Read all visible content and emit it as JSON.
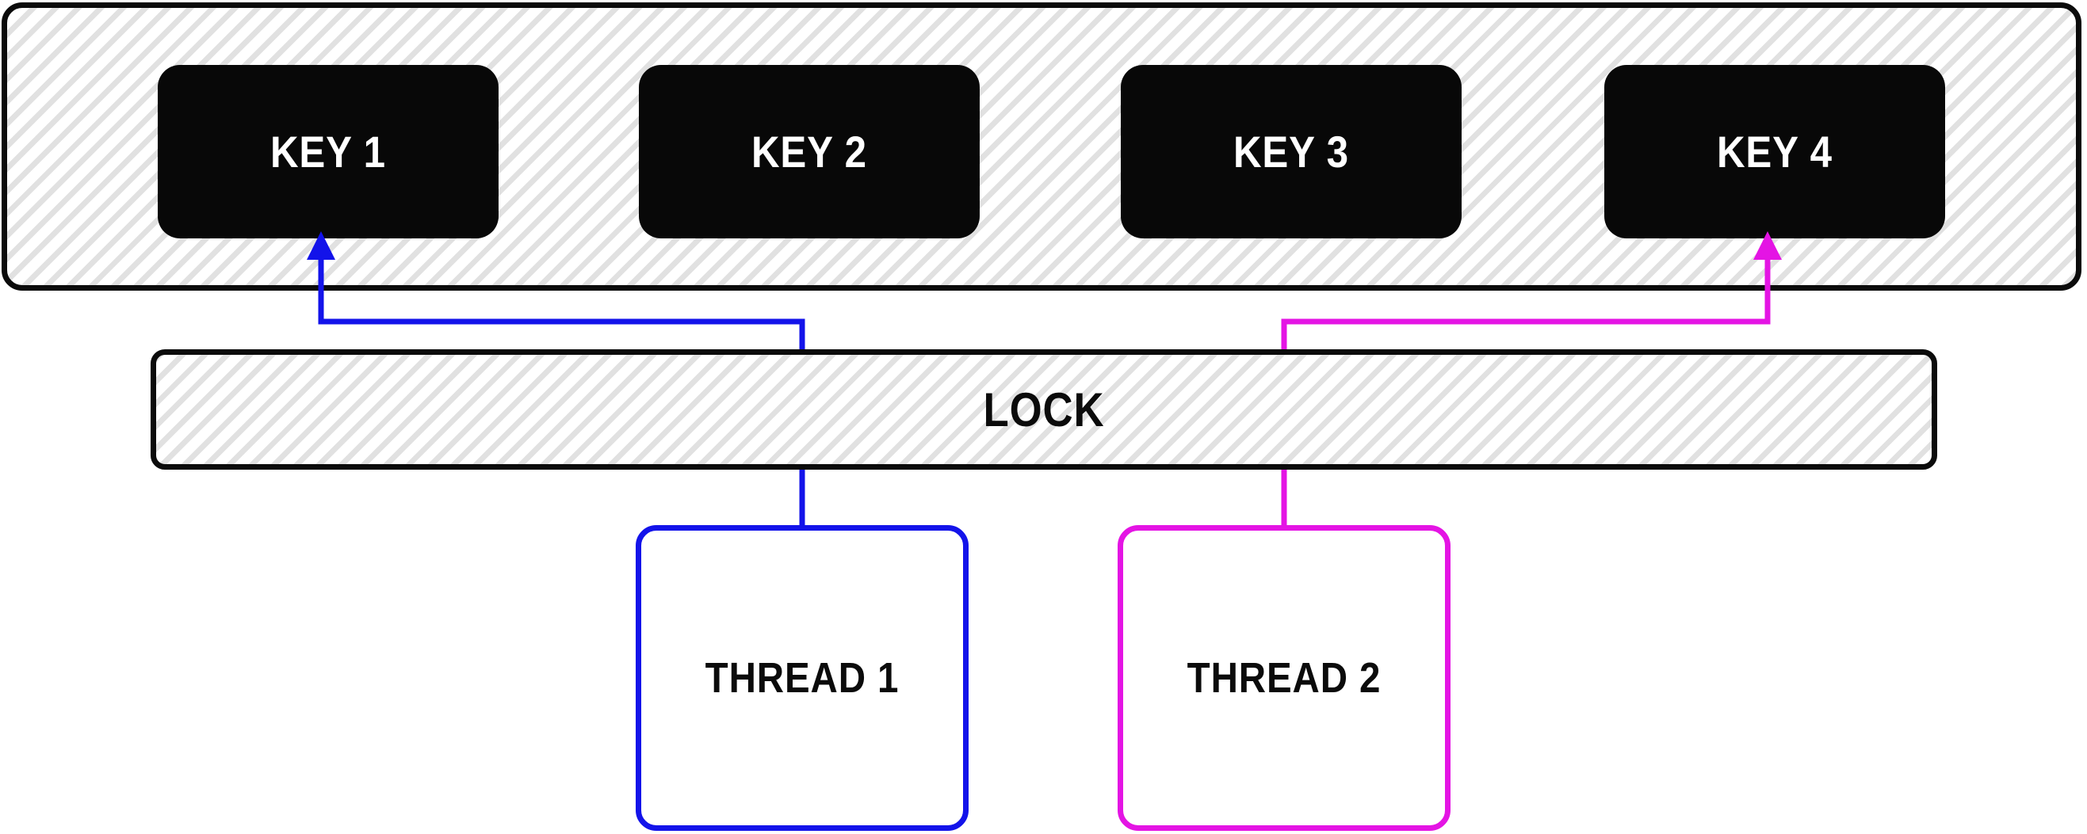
{
  "diagram": {
    "keys": [
      {
        "label": "KEY 1"
      },
      {
        "label": "KEY 2"
      },
      {
        "label": "KEY 3"
      },
      {
        "label": "KEY 4"
      }
    ],
    "lock": {
      "label": "LOCK"
    },
    "threads": [
      {
        "label": "THREAD 1"
      },
      {
        "label": "THREAD 2"
      }
    ],
    "colors": {
      "background": "#ffffff",
      "ink": "#0b0b0b",
      "key_fill": "#080808",
      "key_text": "#ffffff",
      "hatch": "#e1e1e1",
      "thread1": "#1313ea",
      "thread2": "#e414e4"
    }
  }
}
